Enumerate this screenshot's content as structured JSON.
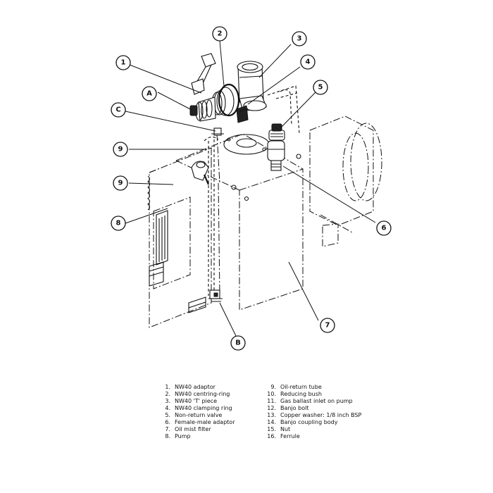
{
  "callouts": {
    "c1": "1",
    "c2": "2",
    "c3": "3",
    "c4": "4",
    "c5": "5",
    "c6": "6",
    "c7": "7",
    "c8": "8",
    "c9a": "9",
    "c9b": "9",
    "cA": "A",
    "cB": "B",
    "cC": "C"
  },
  "legend": {
    "left": [
      {
        "num": "1.",
        "text": "NW40 adaptor"
      },
      {
        "num": "2.",
        "text": "NW40 centring-ring"
      },
      {
        "num": "3.",
        "text": "NW40 'T' piece"
      },
      {
        "num": "4.",
        "text": "NW40 clamping ring"
      },
      {
        "num": "5.",
        "text": "Non-return valve"
      },
      {
        "num": "6.",
        "text": "Female-male adaptor"
      },
      {
        "num": "7.",
        "text": "Oil mist filter"
      },
      {
        "num": "8.",
        "text": "Pump"
      }
    ],
    "right": [
      {
        "num": "9.",
        "text": "Oil-return tube"
      },
      {
        "num": "10.",
        "text": "Reducing bush"
      },
      {
        "num": "11.",
        "text": "Gas ballast inlet on pump"
      },
      {
        "num": "12.",
        "text": "Banjo bolt"
      },
      {
        "num": "13.",
        "text": "Copper washer: 1/8 inch BSP"
      },
      {
        "num": "14.",
        "text": "Banjo coupling body"
      },
      {
        "num": "15.",
        "text": "Nut"
      },
      {
        "num": "16.",
        "text": "Ferrule"
      }
    ]
  }
}
